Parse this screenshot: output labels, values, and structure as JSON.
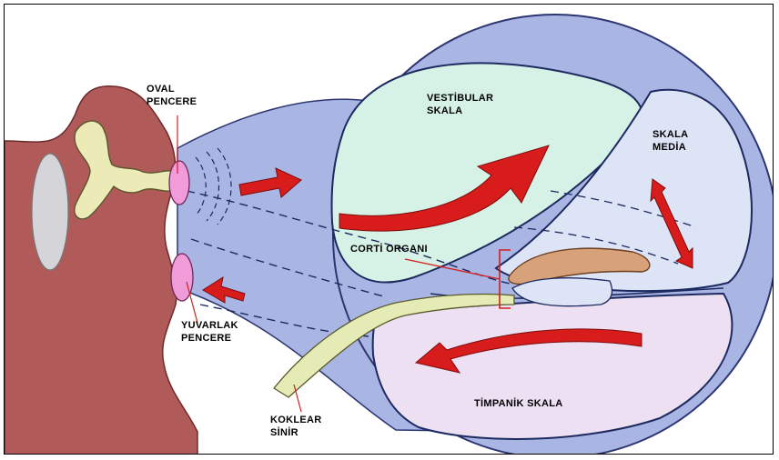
{
  "labels": {
    "oval": [
      "OVAL",
      "PENCERE"
    ],
    "yuvarlak": [
      "YUVARLAK",
      "PENCERE"
    ],
    "vestibular": [
      "VESTİBULAR",
      "SKALA"
    ],
    "media": [
      "SKALA",
      "MEDİA"
    ],
    "corti": "CORTİ ORGANI",
    "timpanik": "TİMPANİK SKALA",
    "koklear": [
      "KOKLEAR",
      "SİNİR"
    ]
  },
  "colors": {
    "ear": "#b05a5a",
    "cochlea": "#a9b6e4",
    "scala_vestibuli": "#d6f2e6",
    "scala_media": "#dde4f6",
    "scala_tympani": "#ece0f2",
    "bone": "#ecebb8",
    "nerve": "#e4ebb4",
    "arrow": "#d81c1c",
    "corti": "#d7a27a",
    "window": "#ef9cd8"
  }
}
